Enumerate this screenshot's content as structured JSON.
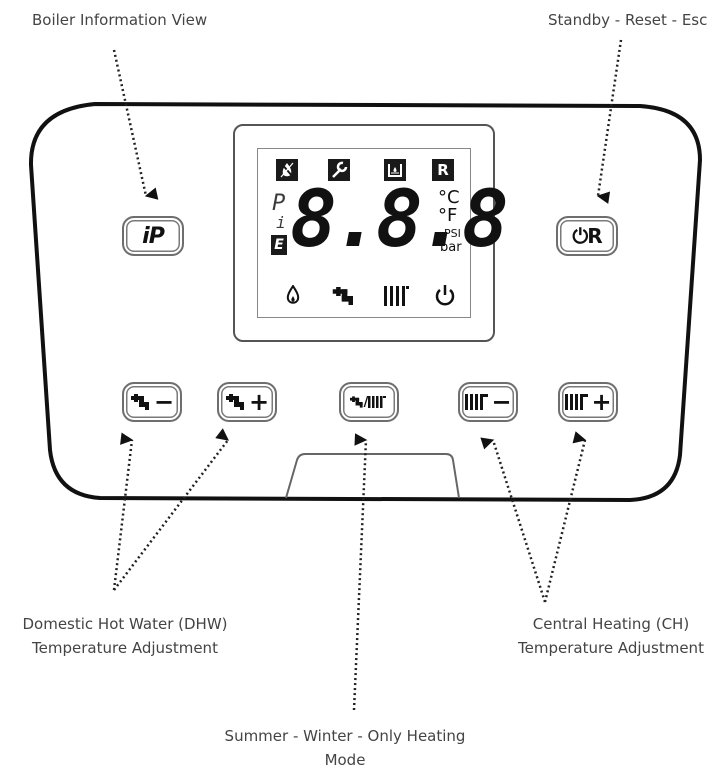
{
  "labels": {
    "boiler_info": "Boiler Information View",
    "standby": "Standby - Reset - Esc",
    "dhw_line1": "Domestic Hot Water (DHW)",
    "dhw_line2": "Temperature Adjustment",
    "ch_line1": "Central Heating (CH)",
    "ch_line2": "Temperature Adjustment",
    "mode_line1": "Summer - Winter - Only Heating",
    "mode_line2": "Mode"
  },
  "buttons": {
    "info": {
      "glyph": "iP",
      "icon": "info-p-icon"
    },
    "standby": {
      "glyph": "⏻R",
      "icon": "power-reset-icon"
    },
    "dhw_minus": {
      "glyph": "−",
      "icon": "tap-minus-icon"
    },
    "dhw_plus": {
      "glyph": "+",
      "icon": "tap-plus-icon"
    },
    "mode": {
      "glyph": "/",
      "icon": "tap-radiator-mode-icon"
    },
    "ch_minus": {
      "glyph": "−",
      "icon": "radiator-minus-icon"
    },
    "ch_plus": {
      "glyph": "+",
      "icon": "radiator-plus-icon"
    }
  },
  "display": {
    "top_icons": [
      "flame-off-icon",
      "wrench-icon",
      "water-pressure-icon",
      "R"
    ],
    "r_letter": "R",
    "left_indicators": {
      "p": "P",
      "i": "i",
      "e": "E"
    },
    "digits": "8.8.8",
    "units": {
      "c": "°C",
      "f": "°F",
      "psi": "PSI",
      "bar": "bar"
    },
    "bottom_icons": [
      "flame-icon",
      "tap-icon",
      "radiator-icon",
      "power-icon"
    ]
  }
}
